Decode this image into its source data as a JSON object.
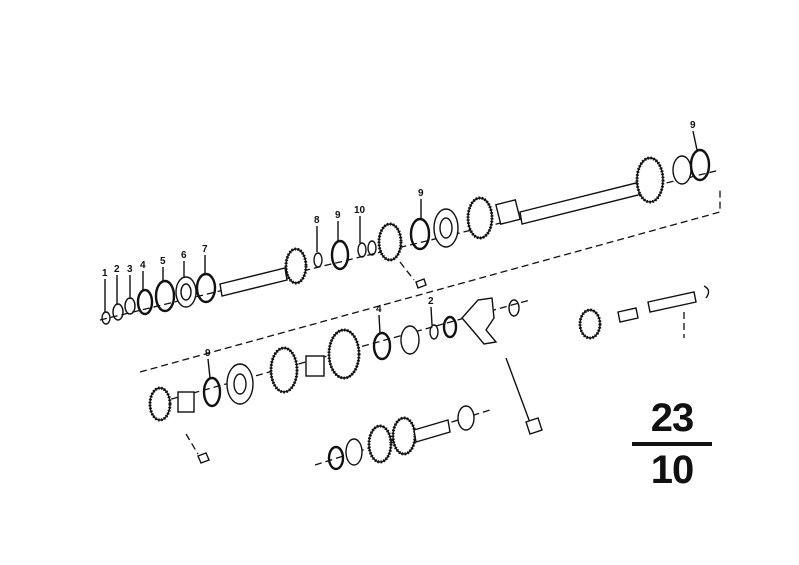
{
  "callouts": {
    "c1": "1",
    "c2a": "2",
    "c3": "3",
    "c4a": "4",
    "c5": "5",
    "c6": "6",
    "c7": "7",
    "c8": "8",
    "c9a": "9",
    "c10": "10",
    "c9b": "9",
    "c9c": "9",
    "c4b": "4",
    "c2b": "2",
    "c9d": "9"
  },
  "group_code": {
    "main": "23",
    "sub": "10"
  },
  "colors": {
    "ink": "#111111",
    "paper": "#ffffff"
  }
}
